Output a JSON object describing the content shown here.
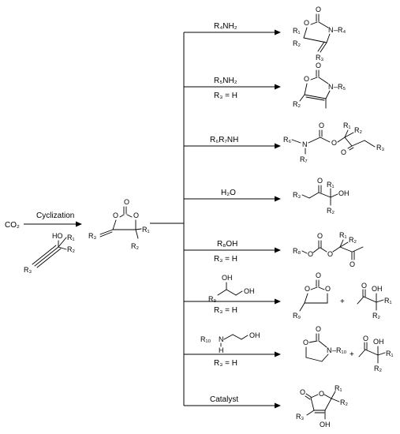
{
  "start": {
    "co2": "CO₂",
    "arrow_label": "Cyclization"
  },
  "reactant": {
    "ho": "HO",
    "r1": "R₁",
    "r2": "R₂",
    "r3": "R₃"
  },
  "intermediate": {
    "r3": "R₃",
    "r1": "R₁",
    "r2": "R₂",
    "o1": "O",
    "o2": "O",
    "o3": "O"
  },
  "branches": [
    {
      "reagent": "R₄NH₂",
      "condition": ""
    },
    {
      "reagent": "R₅NH₂",
      "condition": "R₃ = H"
    },
    {
      "reagent": "R₆R₇NH",
      "condition": ""
    },
    {
      "reagent": "H₂O",
      "condition": ""
    },
    {
      "reagent": "R₈OH",
      "condition": "R₃ = H"
    },
    {
      "reagent": "",
      "condition": "R₃ = H",
      "diol_oh1": "OH",
      "diol_oh2": "OH",
      "diol_r": "R₉"
    },
    {
      "reagent": "",
      "condition": "R₃ = H",
      "am_r": "R₁₀",
      "am_n": "N",
      "am_h": "H",
      "am_oh": "OH"
    },
    {
      "reagent": "Catalyst",
      "condition": ""
    }
  ],
  "products": {
    "p1": {
      "o1": "O",
      "o2": "O",
      "n": "N",
      "r4": "–R₄",
      "r1": "R₁",
      "r2": "R₂",
      "r3": "R₃"
    },
    "p2": {
      "o1": "O",
      "o2": "O",
      "n": "N",
      "r5": "–R₅",
      "r2": "R₂"
    },
    "p3": {
      "o1": "O",
      "o2": "O",
      "o3": "O",
      "n": "N",
      "r6": "R₆",
      "r7": "R₇",
      "r1": "R₁",
      "r2": "R₂",
      "r3": "R₃"
    },
    "p4": {
      "o": "O",
      "oh": "OH",
      "r1": "R₁",
      "r2": "R₂",
      "r3": "R₃"
    },
    "p5": {
      "r8": "R₈",
      "o1": "O",
      "o2": "O",
      "o3": "O",
      "o4": "O",
      "r1": "R₁",
      "r2": "R₂"
    },
    "p6": {
      "o1": "O",
      "o2": "O",
      "o3": "O",
      "r9": "R₉",
      "plus": "+",
      "ko": "O",
      "oh": "OH",
      "r1": "R₁",
      "r2": "R₂"
    },
    "p7": {
      "o1": "O",
      "o2": "O",
      "n": "N",
      "r10": "–R₁₀",
      "plus": "+",
      "ko": "O",
      "oh": "OH",
      "r1": "R₁",
      "r2": "R₂"
    },
    "p8": {
      "o1": "O",
      "o2": "O",
      "r1": "R₁",
      "r2": "R₂",
      "r3": "R₃",
      "oh": "OH"
    }
  }
}
